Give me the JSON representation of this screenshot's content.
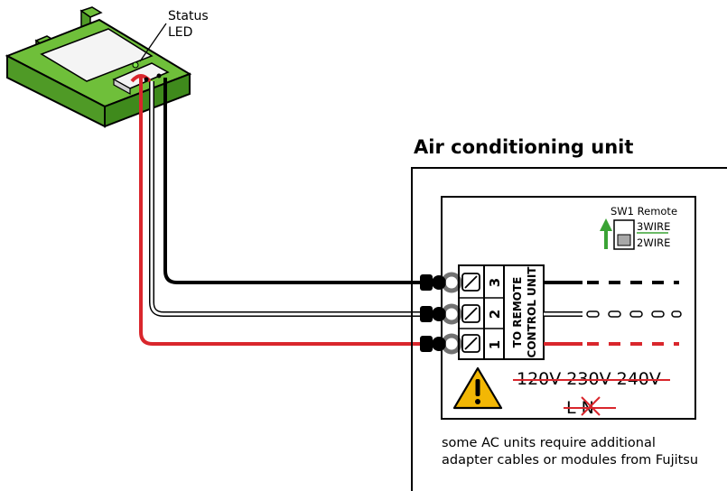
{
  "module": {
    "led_label_line1": "Status",
    "led_label_line2": "LED",
    "body_color": "#6fbf3a",
    "led_color": "#7ee84a"
  },
  "ac_unit": {
    "title": "Air conditioning unit",
    "terminal_label_line1": "TO REMOTE",
    "terminal_label_line2": "CONTROL UNIT",
    "terminals": [
      "3",
      "2",
      "1"
    ],
    "switch": {
      "label": "SW1 Remote",
      "option_top": "3WIRE",
      "option_bottom": "2WIRE",
      "arrow_color": "#3aa335"
    },
    "warning": {
      "voltages": "120V 230V 240V",
      "line_neutral": "L N",
      "strike_color": "#d9262c",
      "icon_color": "#f2b705"
    },
    "note_line1": "some AC units require additional",
    "note_line2": "adapter cables or modules from Fujitsu"
  },
  "wires": {
    "black": "#000000",
    "white": "#ffffff",
    "red": "#d9262c"
  }
}
